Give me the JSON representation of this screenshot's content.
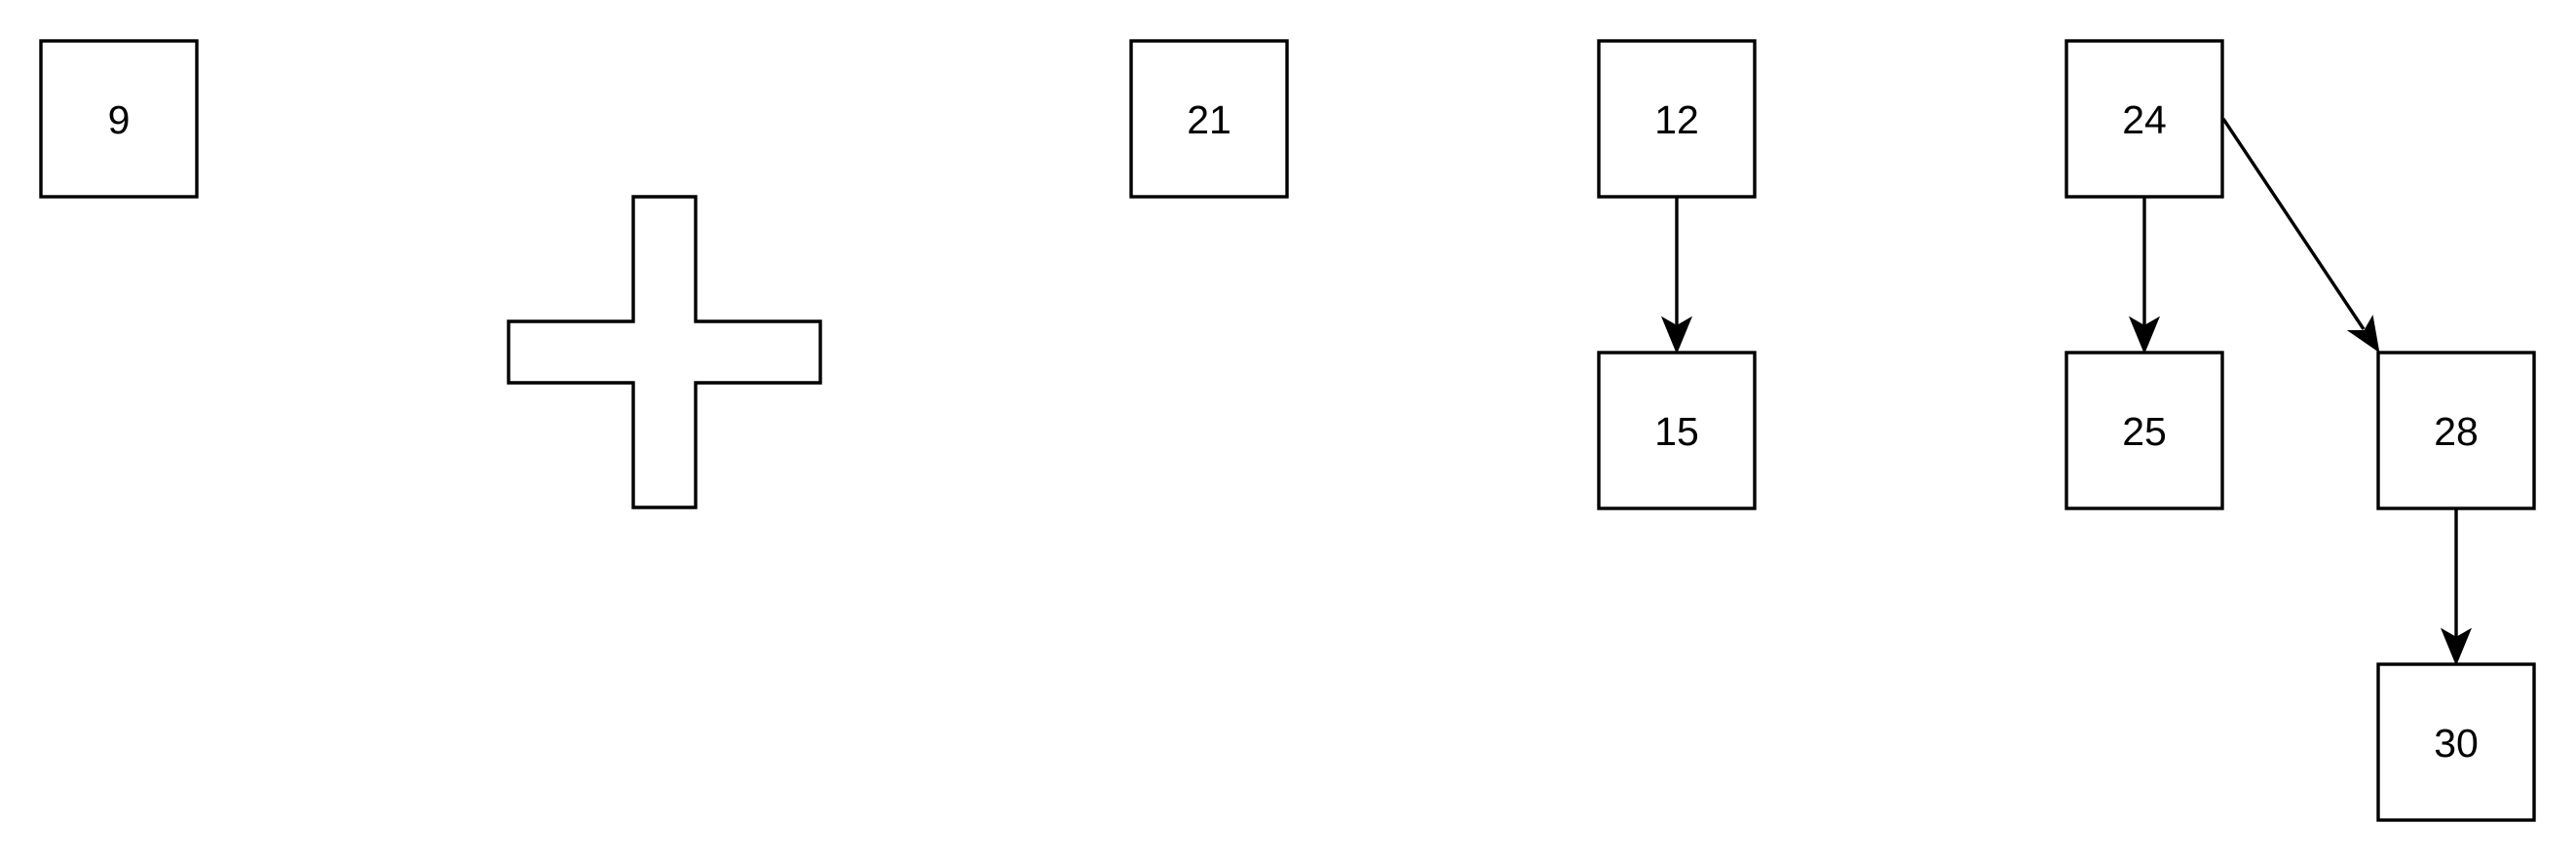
{
  "diagram": {
    "nodes": [
      {
        "id": "n9",
        "label": "9"
      },
      {
        "id": "n21",
        "label": "21"
      },
      {
        "id": "n12",
        "label": "12"
      },
      {
        "id": "n15",
        "label": "15"
      },
      {
        "id": "n24",
        "label": "24"
      },
      {
        "id": "n25",
        "label": "25"
      },
      {
        "id": "n28",
        "label": "28"
      },
      {
        "id": "n30",
        "label": "30"
      }
    ],
    "edges": [
      {
        "from": "12",
        "to": "15"
      },
      {
        "from": "24",
        "to": "25"
      },
      {
        "from": "24",
        "to": "28"
      },
      {
        "from": "28",
        "to": "30"
      }
    ],
    "operator_symbol": "plus-icon",
    "colors": {
      "stroke": "#000000",
      "fill": "#ffffff"
    }
  }
}
